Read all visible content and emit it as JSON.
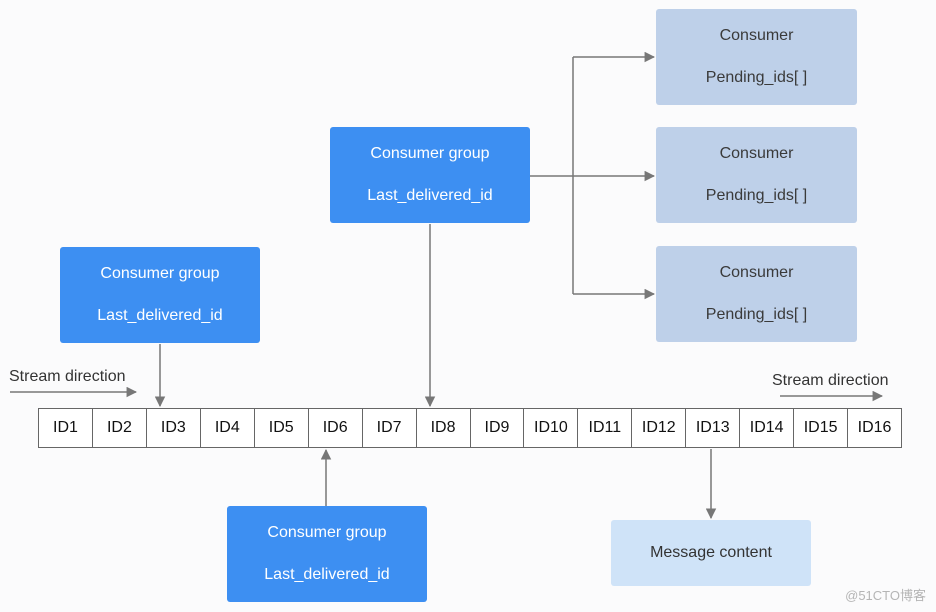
{
  "stream": {
    "label_left": "Stream direction",
    "label_right": "Stream direction",
    "ids": [
      "ID1",
      "ID2",
      "ID3",
      "ID4",
      "ID5",
      "ID6",
      "ID7",
      "ID8",
      "ID9",
      "ID10",
      "ID11",
      "ID12",
      "ID13",
      "ID14",
      "ID15",
      "ID16"
    ]
  },
  "groups": [
    {
      "title": "Consumer group",
      "field": "Last_delivered_id"
    },
    {
      "title": "Consumer group",
      "field": "Last_delivered_id"
    },
    {
      "title": "Consumer group",
      "field": "Last_delivered_id"
    }
  ],
  "consumers": [
    {
      "title": "Consumer",
      "field": "Pending_ids[ ]"
    },
    {
      "title": "Consumer",
      "field": "Pending_ids[ ]"
    },
    {
      "title": "Consumer",
      "field": "Pending_ids[ ]"
    }
  ],
  "message": {
    "label": "Message content"
  },
  "watermark": "@51CTO博客",
  "colors": {
    "group_fill": "#3d8ff2",
    "consumer_fill": "#bed0e9",
    "message_fill": "#cfe3f8",
    "connector": "#777777"
  }
}
